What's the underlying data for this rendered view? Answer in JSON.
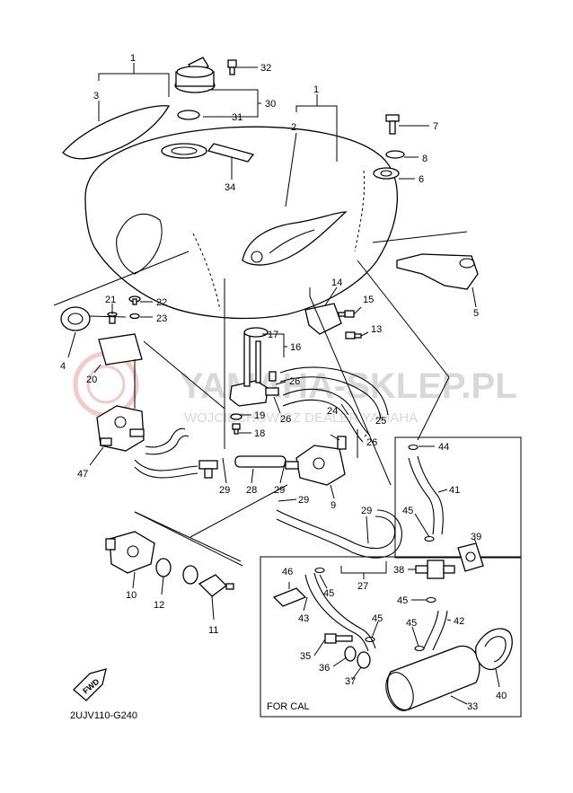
{
  "watermark": {
    "brand": "YAMAHA-SKLEP.PL",
    "tagline": "WOJCIECHOWICZ DEALER YAMAHA",
    "color": "#d8d8d8"
  },
  "diagram_code": "2UJV110-G240",
  "inset_label": "FOR CAL",
  "fwd_label": "FWD",
  "callouts": [
    {
      "id": "1a",
      "text": "1"
    },
    {
      "id": "1b",
      "text": "1"
    },
    {
      "id": "2",
      "text": "2"
    },
    {
      "id": "3",
      "text": "3"
    },
    {
      "id": "4",
      "text": "4"
    },
    {
      "id": "5",
      "text": "5"
    },
    {
      "id": "6",
      "text": "6"
    },
    {
      "id": "7",
      "text": "7"
    },
    {
      "id": "8",
      "text": "8"
    },
    {
      "id": "9",
      "text": "9"
    },
    {
      "id": "10",
      "text": "10"
    },
    {
      "id": "11",
      "text": "11"
    },
    {
      "id": "12",
      "text": "12"
    },
    {
      "id": "13",
      "text": "13"
    },
    {
      "id": "14",
      "text": "14"
    },
    {
      "id": "15",
      "text": "15"
    },
    {
      "id": "16",
      "text": "16"
    },
    {
      "id": "17",
      "text": "17"
    },
    {
      "id": "18",
      "text": "18"
    },
    {
      "id": "19",
      "text": "19"
    },
    {
      "id": "20",
      "text": "20"
    },
    {
      "id": "21",
      "text": "21"
    },
    {
      "id": "22",
      "text": "22"
    },
    {
      "id": "23",
      "text": "23"
    },
    {
      "id": "24",
      "text": "24"
    },
    {
      "id": "25",
      "text": "25"
    },
    {
      "id": "26a",
      "text": "26"
    },
    {
      "id": "26b",
      "text": "26"
    },
    {
      "id": "26c",
      "text": "26"
    },
    {
      "id": "27",
      "text": "27"
    },
    {
      "id": "28",
      "text": "28"
    },
    {
      "id": "29a",
      "text": "29"
    },
    {
      "id": "29b",
      "text": "29"
    },
    {
      "id": "29c",
      "text": "29"
    },
    {
      "id": "29d",
      "text": "29"
    },
    {
      "id": "30",
      "text": "30"
    },
    {
      "id": "31",
      "text": "31"
    },
    {
      "id": "32",
      "text": "32"
    },
    {
      "id": "33",
      "text": "33"
    },
    {
      "id": "34",
      "text": "34"
    },
    {
      "id": "35",
      "text": "35"
    },
    {
      "id": "36",
      "text": "36"
    },
    {
      "id": "37",
      "text": "37"
    },
    {
      "id": "38",
      "text": "38"
    },
    {
      "id": "39",
      "text": "39"
    },
    {
      "id": "40",
      "text": "40"
    },
    {
      "id": "41",
      "text": "41"
    },
    {
      "id": "42",
      "text": "42"
    },
    {
      "id": "43",
      "text": "43"
    },
    {
      "id": "44",
      "text": "44"
    },
    {
      "id": "45a",
      "text": "45"
    },
    {
      "id": "45b",
      "text": "45"
    },
    {
      "id": "45c",
      "text": "45"
    },
    {
      "id": "45d",
      "text": "45"
    },
    {
      "id": "45e",
      "text": "45"
    },
    {
      "id": "46",
      "text": "46"
    },
    {
      "id": "47",
      "text": "47"
    }
  ]
}
